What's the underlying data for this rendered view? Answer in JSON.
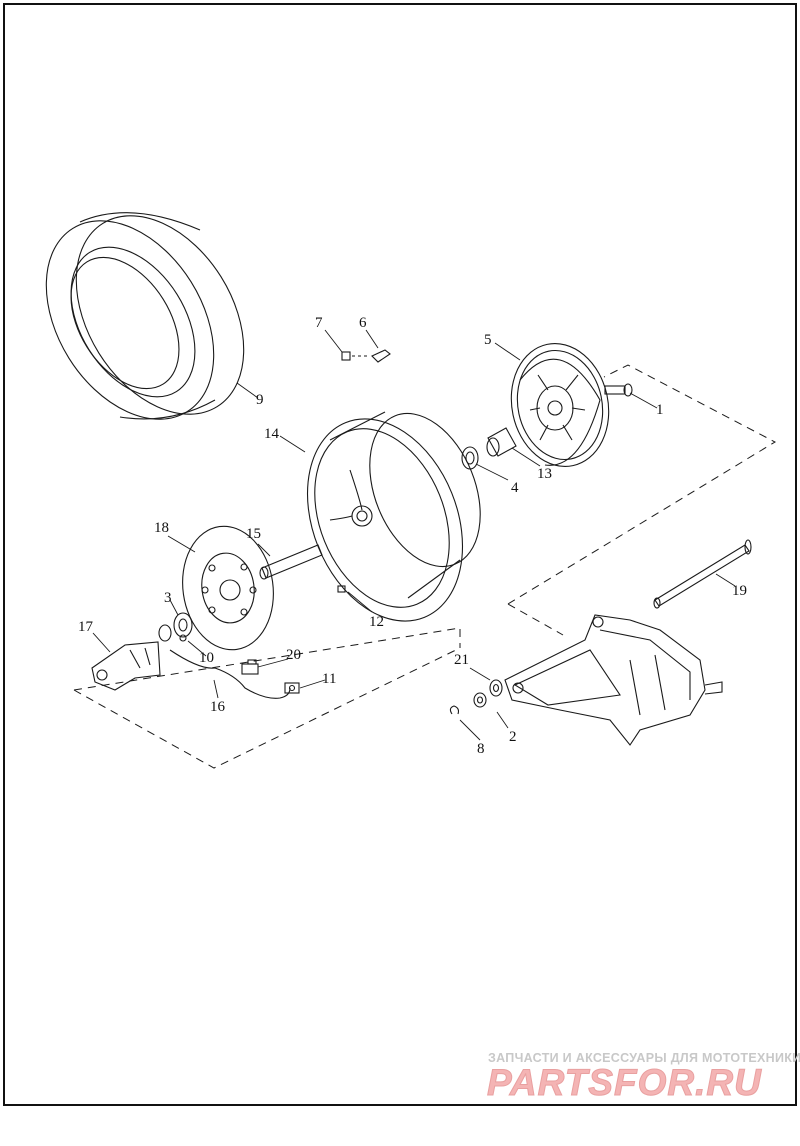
{
  "callouts": {
    "c1": "1",
    "c2": "2",
    "c3": "3",
    "c4": "4",
    "c5": "5",
    "c6": "6",
    "c7": "7",
    "c8": "8",
    "c9": "9",
    "c10": "10",
    "c11": "11",
    "c12": "12",
    "c13": "13",
    "c14": "14",
    "c15": "15",
    "c16": "16",
    "c17": "17",
    "c18": "18",
    "c19": "19",
    "c20": "20",
    "c21": "21"
  },
  "watermark": {
    "tagline": "ЗАПЧАСТИ И АКСЕССУАРЫ ДЛЯ МОТОТЕХНИКИ",
    "logo": "PARTSFOR.RU"
  },
  "colors": {
    "line": "#1a1a1a",
    "watermark_text": "#c8c8c8",
    "watermark_logo": "#f4b4b4"
  }
}
